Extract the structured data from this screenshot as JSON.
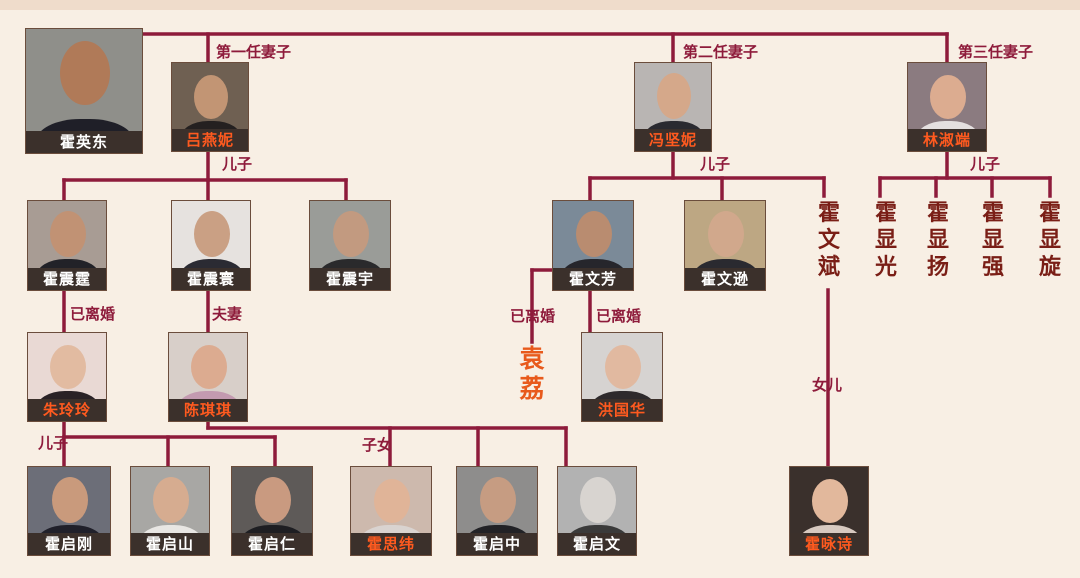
{
  "colors": {
    "line": "#8e1b3b",
    "background": "#f8efe4",
    "name_bar": "#3b302b",
    "highlight": "#ff5a1f",
    "vertical_name": "#7a1e16"
  },
  "patriarch": {
    "name": "霍英东"
  },
  "relations": {
    "wife1": "第一任妻子",
    "wife2": "第二任妻子",
    "wife3": "第三任妻子",
    "son": "儿子",
    "divorced": "已离婚",
    "couple": "夫妻",
    "children": "子女",
    "daughter": "女儿"
  },
  "wives": [
    {
      "name": "吕燕妮"
    },
    {
      "name": "冯坚妮"
    },
    {
      "name": "林淑端"
    }
  ],
  "sons_wife1": [
    {
      "name": "霍震霆"
    },
    {
      "name": "霍震寰"
    },
    {
      "name": "霍震宇"
    }
  ],
  "sons_wife2": [
    {
      "name": "霍文芳"
    },
    {
      "name": "霍文逊"
    },
    {
      "name": "霍文斌"
    }
  ],
  "sons_wife3": [
    {
      "name": "霍显光"
    },
    {
      "name": "霍显扬"
    },
    {
      "name": "霍显强"
    },
    {
      "name": "霍显旋"
    }
  ],
  "spouses": [
    {
      "name": "朱玲玲"
    },
    {
      "name": "陈琪琪"
    },
    {
      "name": "袁荔"
    },
    {
      "name": "洪国华"
    }
  ],
  "grandchildren": [
    {
      "name": "霍启刚"
    },
    {
      "name": "霍启山"
    },
    {
      "name": "霍启仁"
    },
    {
      "name": "霍思纬"
    },
    {
      "name": "霍启中"
    },
    {
      "name": "霍启文"
    },
    {
      "name": "霍咏诗"
    }
  ]
}
